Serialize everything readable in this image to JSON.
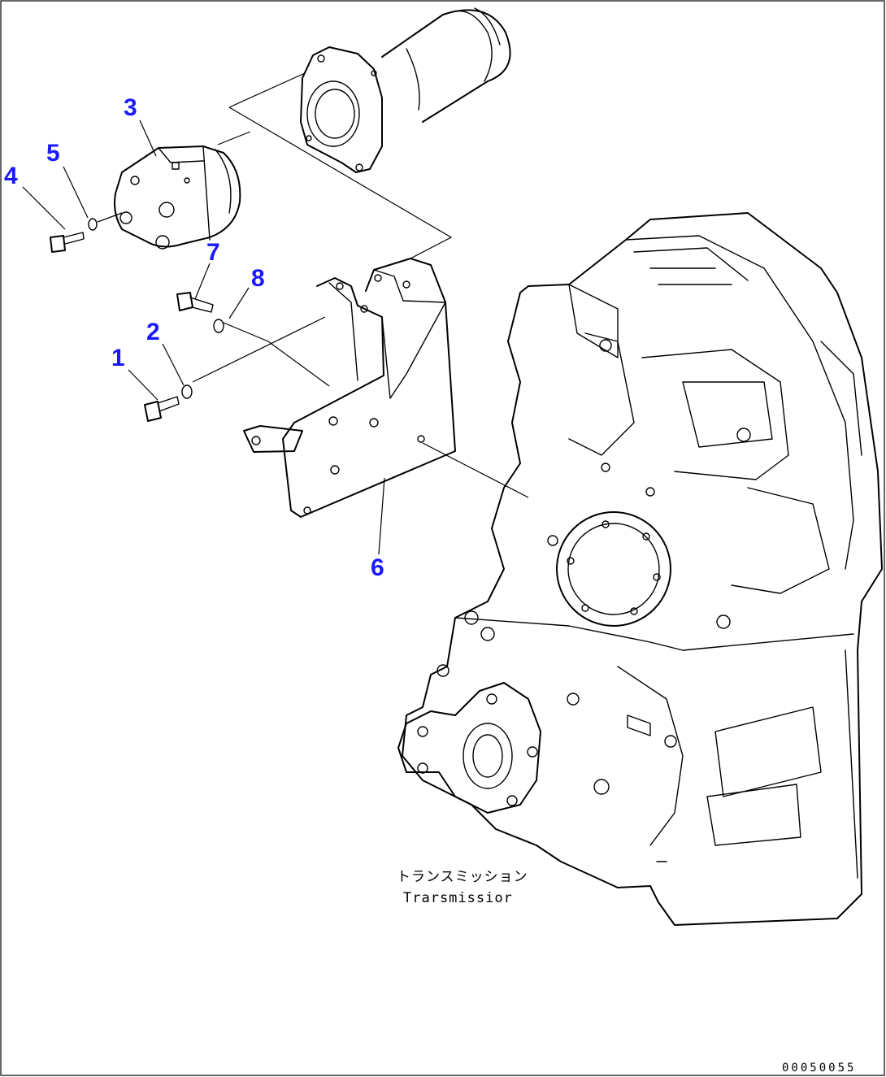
{
  "callouts": [
    {
      "id": "1",
      "label": "1"
    },
    {
      "id": "2",
      "label": "2"
    },
    {
      "id": "3",
      "label": "3"
    },
    {
      "id": "4",
      "label": "4"
    },
    {
      "id": "5",
      "label": "5"
    },
    {
      "id": "6",
      "label": "6"
    },
    {
      "id": "7",
      "label": "7"
    },
    {
      "id": "8",
      "label": "8"
    }
  ],
  "caption": {
    "jp": "トランスミッション",
    "en": "Trarsmissior"
  },
  "doc_id": "00050055",
  "colors": {
    "callout": "#1a1aff",
    "line": "#000000",
    "background": "#ffffff"
  }
}
